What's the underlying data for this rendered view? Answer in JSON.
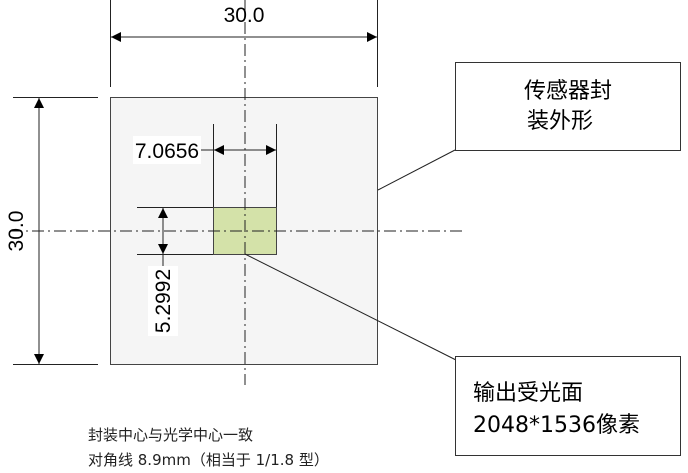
{
  "dimensions": {
    "package_width": "30.0",
    "package_height": "30.0",
    "sensor_width": "7.0656",
    "sensor_height": "5.2992"
  },
  "callouts": {
    "package_line1": "传感器封",
    "package_line2": "装外形",
    "sensor_line1": "输出受光面",
    "sensor_line2": "2048*1536像素"
  },
  "notes": {
    "line1": "封装中心与光学中心一致",
    "line2": "对角线 8.9mm（相当于 1/1.8 型）"
  },
  "colors": {
    "package_fill": "#f5f5f5",
    "sensor_fill": "#d4e2a9"
  }
}
